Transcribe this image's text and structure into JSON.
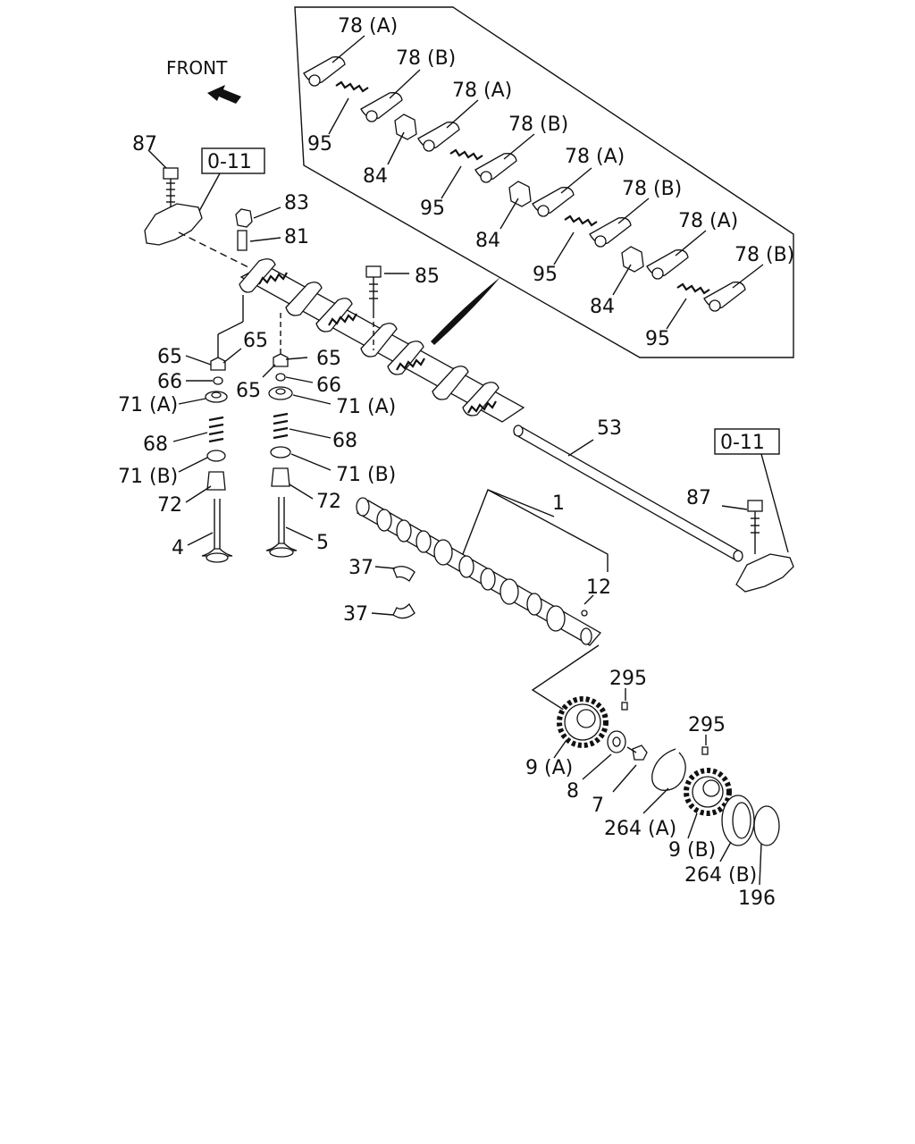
{
  "front_label": "FRONT",
  "ref_boxes": [
    "0-11",
    "0-11"
  ],
  "callouts": {
    "c78a_1": "78 (A)",
    "c78b_1": "78 (B)",
    "c78a_2": "78 (A)",
    "c78b_2": "78 (B)",
    "c78a_3": "78 (A)",
    "c78b_3": "78 (B)",
    "c78a_4": "78 (A)",
    "c78b_4": "78 (B)",
    "c95_1": "95",
    "c95_2": "95",
    "c95_3": "95",
    "c95_4": "95",
    "c84_1": "84",
    "c84_2": "84",
    "c84_3": "84",
    "c87_1": "87",
    "c87_2": "87",
    "c83": "83",
    "c81": "81",
    "c85": "85",
    "c53": "53",
    "c65_1": "65",
    "c65_2": "65",
    "c65_3": "65",
    "c65_4": "65",
    "c66_1": "66",
    "c66_2": "66",
    "c71a_1": "71 (A)",
    "c71a_2": "71 (A)",
    "c68_1": "68",
    "c68_2": "68",
    "c71b_1": "71 (B)",
    "c71b_2": "71 (B)",
    "c72_1": "72",
    "c72_2": "72",
    "c4": "4",
    "c5": "5",
    "c1": "1",
    "c12": "12",
    "c37_1": "37",
    "c37_2": "37",
    "c295_1": "295",
    "c295_2": "295",
    "c9a": "9 (A)",
    "c8": "8",
    "c7": "7",
    "c264a": "264 (A)",
    "c9b": "9 (B)",
    "c264b": "264 (B)",
    "c196": "196"
  }
}
